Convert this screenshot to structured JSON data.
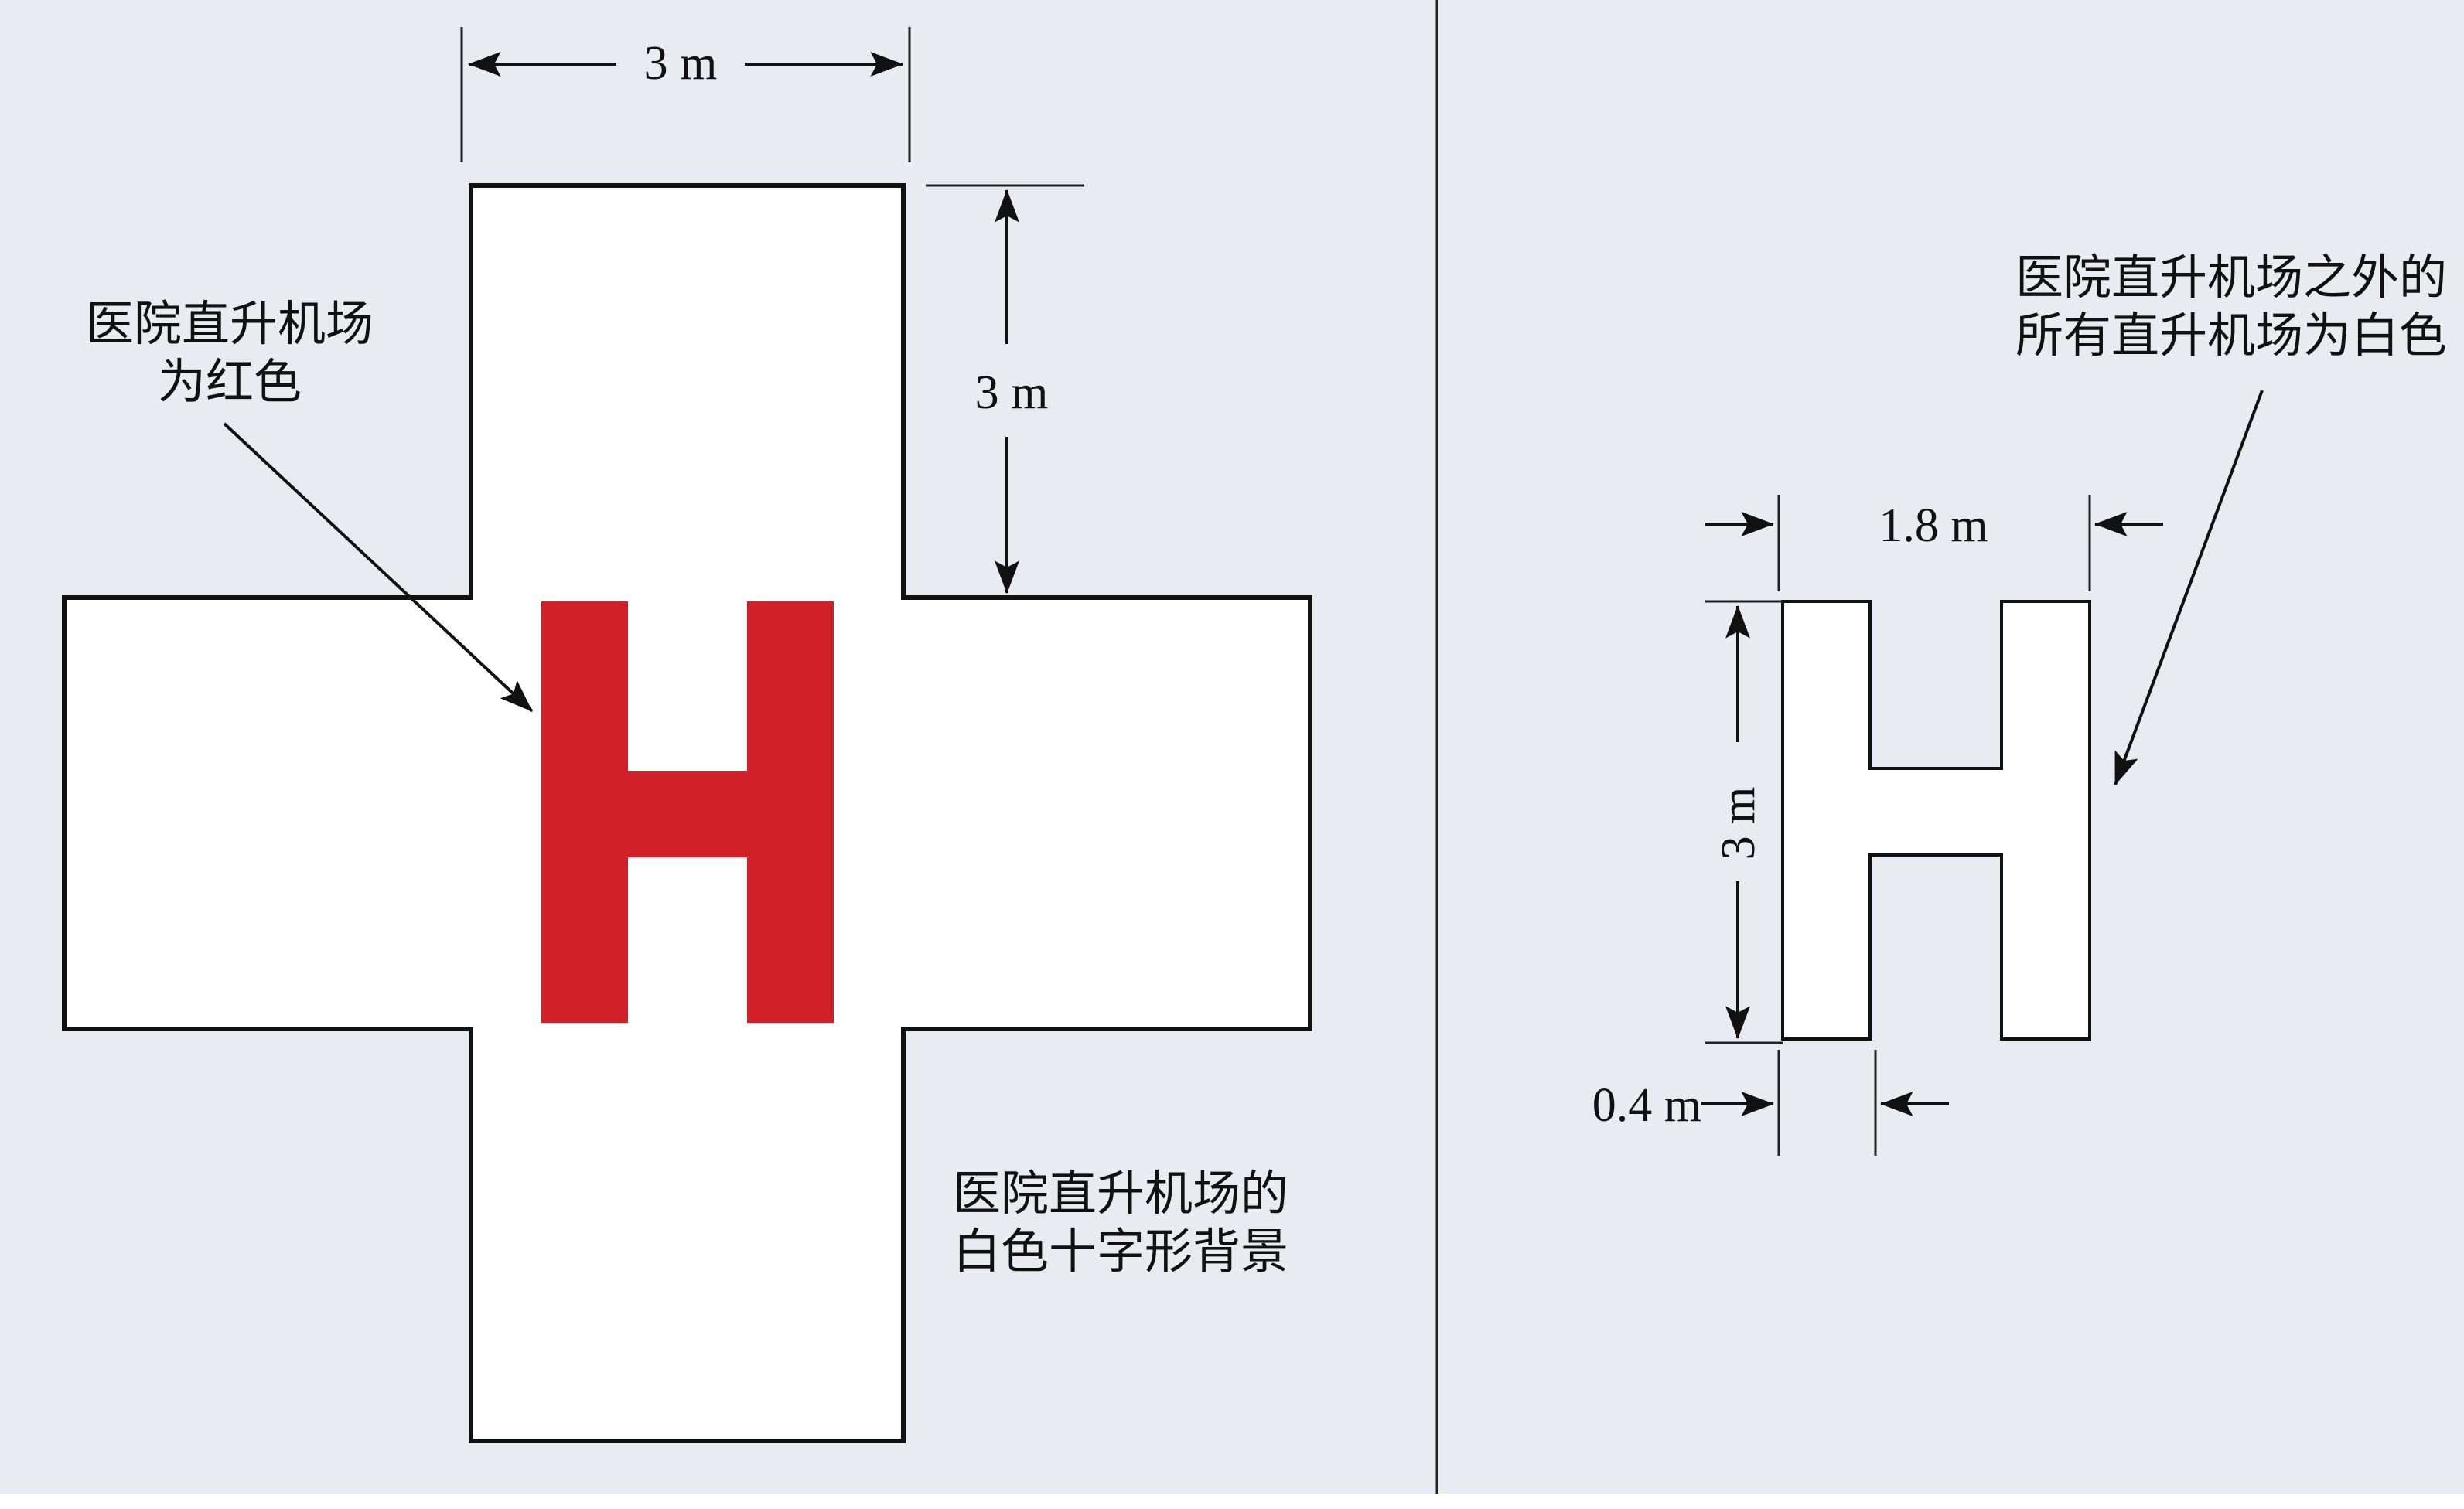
{
  "colors": {
    "panel_background": "#e8ebef",
    "helipad_red": "#d12128",
    "shape_fill": "#ffffff",
    "outline": "#111111"
  },
  "left_panel": {
    "top_width_label": "3 m",
    "arm_height_label": "3 m",
    "red_note": [
      "医院直升机场",
      "为红色"
    ],
    "background_note": [
      "医院直升机场的",
      "白色十字形背景"
    ],
    "h_letter": "H"
  },
  "right_panel": {
    "white_note": [
      "医院直升机场之外的",
      "所有直升机场为白色"
    ],
    "width_label": "1.8 m",
    "height_label": "3 m",
    "stroke_label": "0.4 m"
  }
}
